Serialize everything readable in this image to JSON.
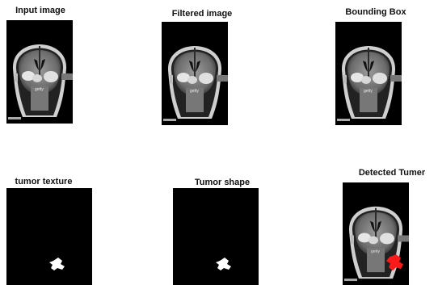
{
  "figure": {
    "panels": [
      {
        "title": "Input image",
        "kind": "mri"
      },
      {
        "title": "Filtered image",
        "kind": "mri"
      },
      {
        "title": "Bounding Box",
        "kind": "mri"
      },
      {
        "title": "tumor texture",
        "kind": "mask"
      },
      {
        "title": "Tumor shape",
        "kind": "mask"
      },
      {
        "title": "Detected Tumer",
        "kind": "mri-detected"
      }
    ],
    "watermark": "gettyimages",
    "colors": {
      "background": "#ffffff",
      "image_background": "#000000",
      "tumor_highlight": "#ff1a1a"
    }
  }
}
